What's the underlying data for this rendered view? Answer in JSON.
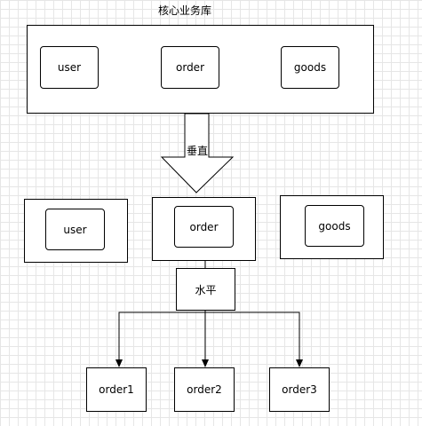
{
  "core_db": {
    "title": "核心业务库",
    "items": [
      "user",
      "order",
      "goods"
    ]
  },
  "vertical_arrow": {
    "label": "垂直"
  },
  "split_dbs": [
    "user",
    "order",
    "goods"
  ],
  "horizontal": {
    "label": "水平"
  },
  "shards": [
    "order1",
    "order2",
    "order3"
  ]
}
